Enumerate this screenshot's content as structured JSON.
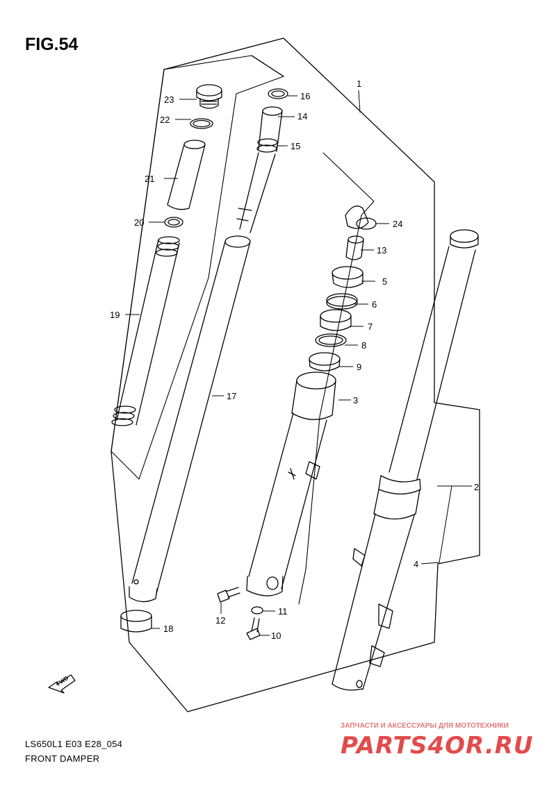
{
  "figure": {
    "title": "FIG.54",
    "code": "LS650L1 E03 E28_054",
    "name": "FRONT DAMPER"
  },
  "callouts": [
    "1",
    "2",
    "3",
    "4",
    "5",
    "6",
    "7",
    "8",
    "9",
    "10",
    "11",
    "12",
    "13",
    "14",
    "15",
    "16",
    "17",
    "18",
    "19",
    "20",
    "21",
    "22",
    "23",
    "24"
  ],
  "fwd_label": "FWD",
  "watermark": {
    "caption": "ЗАПЧАСТИ И АКСЕССУАРЫ ДЛЯ МОТОТЕХНИКИ",
    "logo": "PARTS4OR.RU"
  }
}
